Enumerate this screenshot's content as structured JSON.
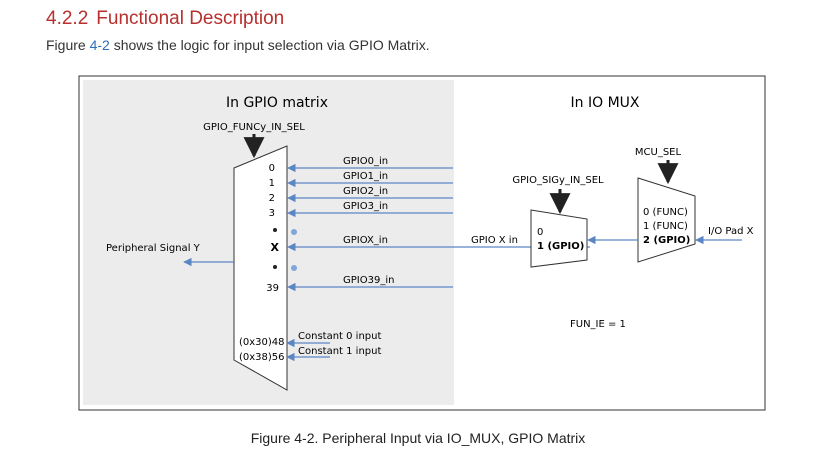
{
  "section": {
    "number": "4.2.2",
    "title": "Functional Description"
  },
  "intro": {
    "pre": "Figure ",
    "ref": "4-2",
    "post": " shows the logic for input selection via GPIO Matrix."
  },
  "colors": {
    "heading": "#b7302e",
    "link": "#2f6fb6",
    "signal_line": "#5b86c4",
    "matrix_bg": "#ececec"
  },
  "figure": {
    "gpio_matrix": {
      "title": "In GPIO matrix",
      "select_label": "GPIO_FUNCy_IN_SEL",
      "mux_inputs": [
        "0",
        "1",
        "2",
        "3",
        "X",
        "39"
      ],
      "signals": [
        "GPIO0_in",
        "GPIO1_in",
        "GPIO2_in",
        "GPIO3_in",
        "GPIOX_in",
        "GPIO39_in"
      ],
      "constants": [
        {
          "addr": "(0x30)48",
          "label": "Constant 0 input"
        },
        {
          "addr": "(0x38)56",
          "label": "Constant 1 input"
        }
      ],
      "output_label": "Peripheral Signal Y"
    },
    "io_mux": {
      "title": "In IO MUX",
      "mcu_sel": "MCU_SEL",
      "sig_sel": "GPIO_SIGy_IN_SEL",
      "gpio_x_in": "GPIO X in",
      "small_mux_inputs": [
        "0",
        "1 (GPIO)"
      ],
      "mux_inputs": [
        "0 (FUNC)",
        "1 (FUNC)",
        "2 (GPIO)"
      ],
      "pad": "I/O Pad X",
      "fun_ie": "FUN_IE = 1"
    }
  },
  "caption": "Figure 4-2. Peripheral Input via IO_MUX, GPIO Matrix"
}
